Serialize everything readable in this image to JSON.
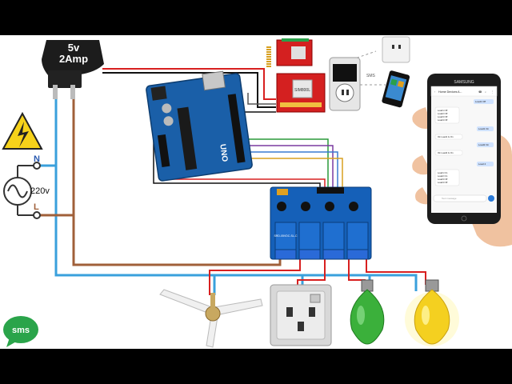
{
  "adapter": {
    "line1": "5v",
    "line2": "2Amp"
  },
  "mains": {
    "voltage": "220v",
    "neutral": "N",
    "live": "L"
  },
  "gsm": {
    "module": "SIM800L",
    "socket_caption": "SMS"
  },
  "arduino": {
    "label": "UNO"
  },
  "relay": {
    "label": "SRD-05VDC-SL-C",
    "count": "4"
  },
  "phone": {
    "brand": "SAMSUNG",
    "chat_title": "Home Devices A...",
    "sent_1": "Load1 Off",
    "received_1": [
      "Load1 Off",
      "Load2 Off",
      "Load3 Off",
      "Load4 Off"
    ],
    "sent_2": "Load1 On",
    "received_2": "Ok Load1 Is On",
    "sent_3": "Load2 On",
    "received_3": "Ok Load2 Is On",
    "sent_4": "Load 4",
    "received_4": [
      "Load1 On",
      "Load2 On",
      "Load3 Off",
      "Load4 Off"
    ],
    "input_placeholder": "Text message"
  },
  "sms_badge": "sms",
  "colors": {
    "wire_blue": "#3aa0dc",
    "wire_brown": "#a0603a",
    "wire_red": "#d82020",
    "board": "#1a5fa8",
    "relay": "#1560b8"
  }
}
